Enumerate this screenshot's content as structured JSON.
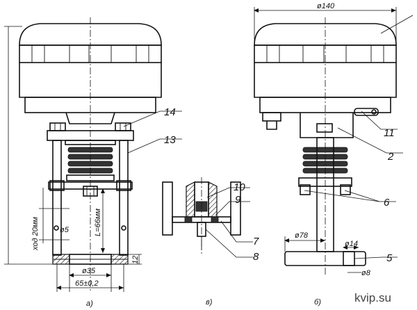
{
  "figure": {
    "views": {
      "a": "а)",
      "v": "в)",
      "b": "б)"
    },
    "callouts": [
      "14",
      "13",
      "10",
      "9",
      "7",
      "8",
      "11",
      "2",
      "6",
      "5"
    ],
    "dimensions": {
      "width_top": "ø140",
      "stroke": "ход 20мм",
      "length": "L=66мм",
      "hole_small": "ø5",
      "bore": "ø35",
      "base_width": "65±0,2",
      "base_height": "12",
      "flange": "ø78",
      "hub": "ø14",
      "pin": "ø8"
    },
    "brand": "kvip.su"
  }
}
